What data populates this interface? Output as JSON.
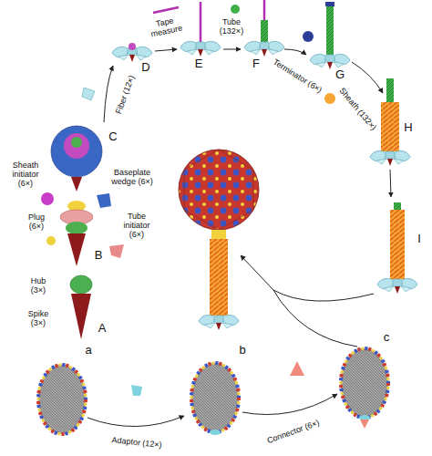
{
  "diagram": {
    "labels": [
      "Spike (3×)",
      "Hub (3×)",
      "A",
      "Plug (6×)",
      "Tube initiator (6×)",
      "B",
      "Sheath initiator (6×)",
      "Baseplate wedge (6×)",
      "C",
      "Fiber (12×)",
      "D",
      "Tape measure",
      "E",
      "Tube (132×)",
      "F",
      "Terminator (6×)",
      "G",
      "Sheath (132×)",
      "H",
      "I",
      "a",
      "Adaptor (12×)",
      "b",
      "Connector (6×)",
      "c"
    ]
  }
}
